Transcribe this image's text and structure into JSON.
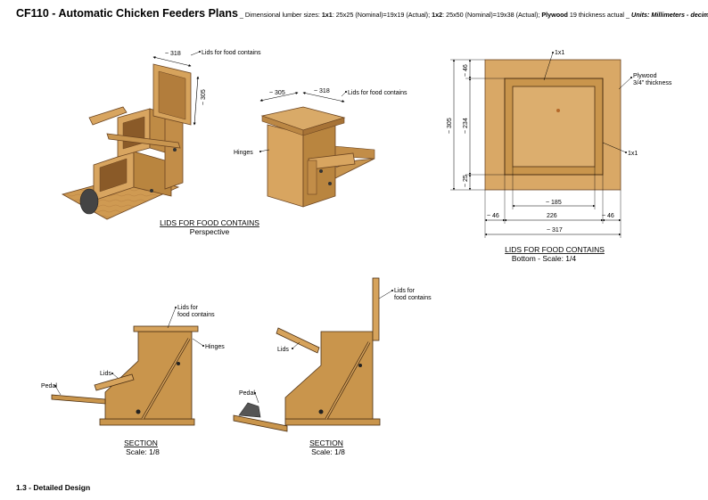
{
  "header": {
    "code_title": "CF110 - Automatic Chicken Feeders Plans",
    "sep1": " _ Dimensional lumber sizes: ",
    "l1": "1x1",
    "d1": ": 25x25 (Nominal)=19x19 (Actual); ",
    "l2": "1x2",
    "d2": ": 25x50 (Nominal)=19x38 (Actual); ",
    "l3": "Plywood",
    "d3": " 19 thickness actual _ ",
    "units": "Units: Millimeters - decimal"
  },
  "persp": {
    "lids_label_a": "Lids for food contains",
    "lids_label_b": "Lids for food contains",
    "hinges_label": "Hinges",
    "dim_318a": "~ 318",
    "dim_305a": "~ 305",
    "dim_305b": "~ 305",
    "dim_318b": "~ 318",
    "caption_title": "LIDS FOR FOOD CONTAINS",
    "caption_sub": "Perspective"
  },
  "bottom": {
    "label_1x1_top": "1x1",
    "label_1x1_right": "1x1",
    "plywood_label": "Plywood",
    "plywood_thickness": "3/4\" thickness",
    "dim_46_left_v": "~ 46",
    "dim_234": "~ 234",
    "dim_305": "~ 305",
    "dim_25": "~ 25",
    "dim_185": "~ 185",
    "dim_46_left_h": "~ 46",
    "dim_226": "226",
    "dim_46_right_h": "~ 46",
    "dim_317": "~ 317",
    "caption_title": "LIDS FOR FOOD CONTAINS",
    "caption_sub": "Bottom - Scale: 1/4"
  },
  "section1": {
    "lids_for": "Lids for",
    "food_contains": "food contains",
    "hinges": "Hinges",
    "lids": "Lids",
    "pedal": "Pedal",
    "caption_title": "SECTION",
    "caption_sub": "Scale: 1/8"
  },
  "section2": {
    "lids_for": "Lids for",
    "food_contains": "food contains",
    "lids": "Lids",
    "pedal": "Pedal",
    "caption_title": "SECTION",
    "caption_sub": "Scale: 1/8"
  },
  "footer": {
    "label": "1.3 - Detailed Design"
  },
  "colors": {
    "wood": "#c9954c",
    "wood_dark": "#8a5a28",
    "wood_light": "#e0b271",
    "line": "#000000"
  }
}
